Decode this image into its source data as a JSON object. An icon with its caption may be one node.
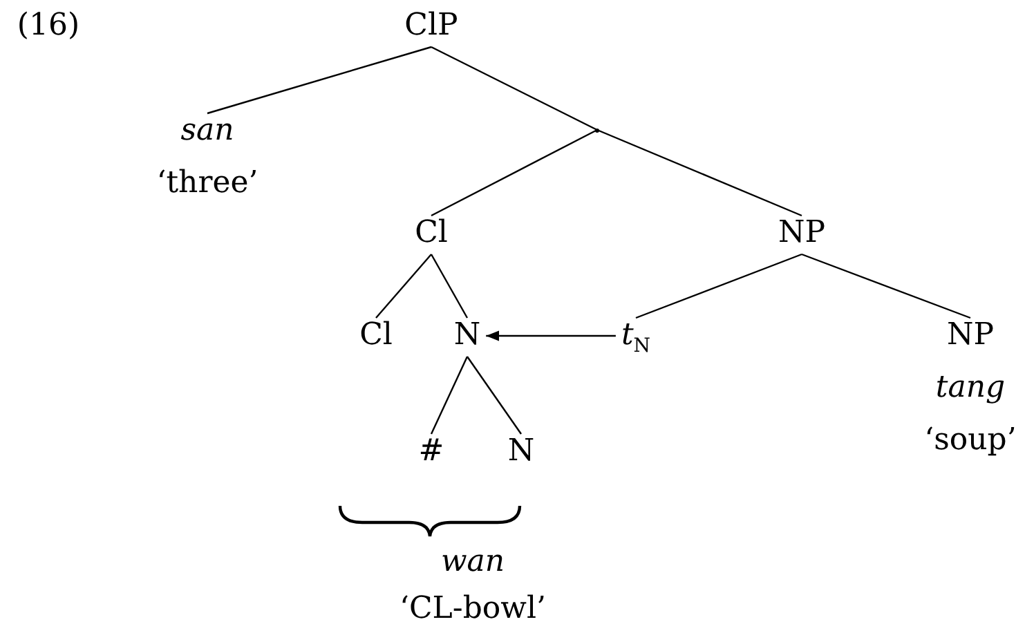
{
  "diagram": {
    "nodes": [
      {
        "text": [
          "ClP"
        ]
      },
      {
        "text": [
          "san",
          "‘three’"
        ]
      },
      {
        "text": [],
        "shape": "point"
      },
      {
        "text": [
          "Cl"
        ]
      },
      {
        "text": [
          "NP"
        ]
      },
      {
        "text": [
          "Cl"
        ]
      },
      {
        "text": [
          "N"
        ]
      },
      {
        "text": [
          "*t*$_{N}$"
        ]
      },
      {
        "text": [
          "NP",
          "tang",
          "‘soup’"
        ]
      },
      {
        "text": [
          "#"
        ]
      },
      {
        "text": [
          "N"
        ]
      }
    ],
    "edges": [
      {
        "from": 0,
        "to": 1,
        "arrow": "none"
      },
      {
        "from": 0,
        "to": 2,
        "arrow": "none"
      },
      {
        "from": 2,
        "to": 3,
        "arrow": "none"
      },
      {
        "from": 2,
        "to": 4,
        "arrow": "none"
      },
      {
        "from": 3,
        "to": 5,
        "arrow": "none"
      },
      {
        "from": 3,
        "to": 6,
        "arrow": "none"
      },
      {
        "from": 4,
        "to": 7,
        "arrow": "none"
      },
      {
        "from": 4,
        "to": 8,
        "arrow": "none"
      },
      {
        "from": 6,
        "to": 9,
        "arrow": "none"
      },
      {
        "from": 6,
        "to": 10,
        "arrow": "none"
      },
      {
        "from": 7,
        "to": 6,
        "arrow": "to"
      }
    ],
    "labels": [
      "(16)",
      "wan",
      "‘CL-bowl’"
    ]
  }
}
